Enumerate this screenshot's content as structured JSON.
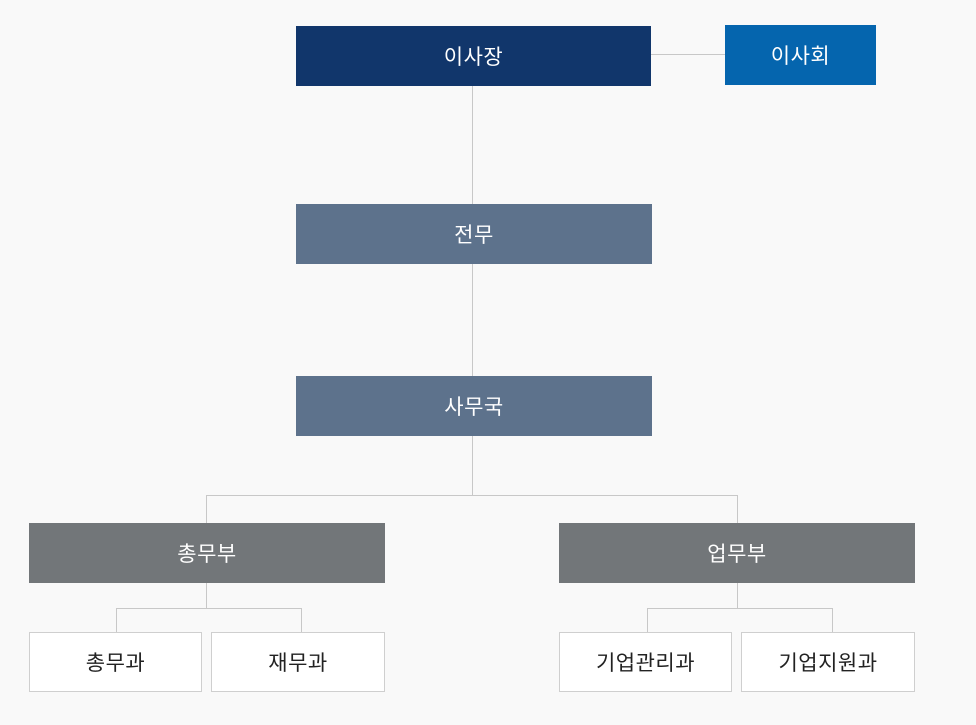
{
  "colors": {
    "chairman": "#11366b",
    "board": "#0565ae",
    "executive": "#5d728c",
    "division": "#727679",
    "section": "#ffffff",
    "connector": "#c8c8c8"
  },
  "org": {
    "chairman": "이사장",
    "board": "이사회",
    "executive_director": "전무",
    "secretariat": "사무국",
    "divisions": [
      {
        "label": "총무부",
        "sections": [
          "총무과",
          "재무과"
        ]
      },
      {
        "label": "업무부",
        "sections": [
          "기업관리과",
          "기업지원과"
        ]
      }
    ]
  }
}
